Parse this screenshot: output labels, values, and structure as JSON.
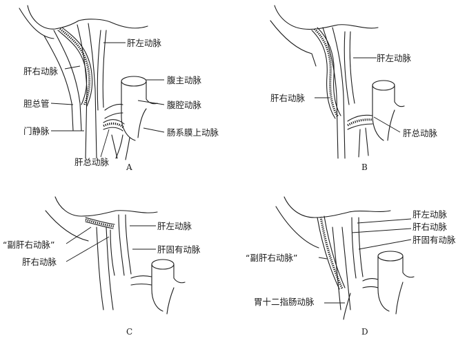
{
  "panels": {
    "A": {
      "letter": "A",
      "labels": {
        "left_hepatic_artery": "肝左动脉",
        "right_hepatic_artery": "肝右动脉",
        "abdominal_aorta": "腹主动脉",
        "common_bile_duct": "胆总管",
        "celiac_artery": "腹腔动脉",
        "portal_vein": "门静脉",
        "superior_mesenteric_artery": "肠系膜上动脉",
        "common_hepatic_artery": "肝总动脉"
      }
    },
    "B": {
      "letter": "B",
      "labels": {
        "left_hepatic_artery": "肝左动脉",
        "right_hepatic_artery": "肝右动脉",
        "common_hepatic_artery": "肝总动脉"
      }
    },
    "C": {
      "letter": "C",
      "labels": {
        "left_hepatic_artery": "肝左动脉",
        "accessory_right_hepatic_artery": "“副肝右动脉”",
        "proper_hepatic_artery": "肝固有动脉",
        "right_hepatic_artery": "肝右动脉"
      }
    },
    "D": {
      "letter": "D",
      "labels": {
        "left_hepatic_artery": "肝左动脉",
        "right_hepatic_artery": "肝右动脉",
        "proper_hepatic_artery": "肝固有动脉",
        "accessory_right_hepatic_artery": "“副肝右动脉”",
        "gastroduodenal_artery": "胃十二指肠动脉"
      }
    }
  }
}
